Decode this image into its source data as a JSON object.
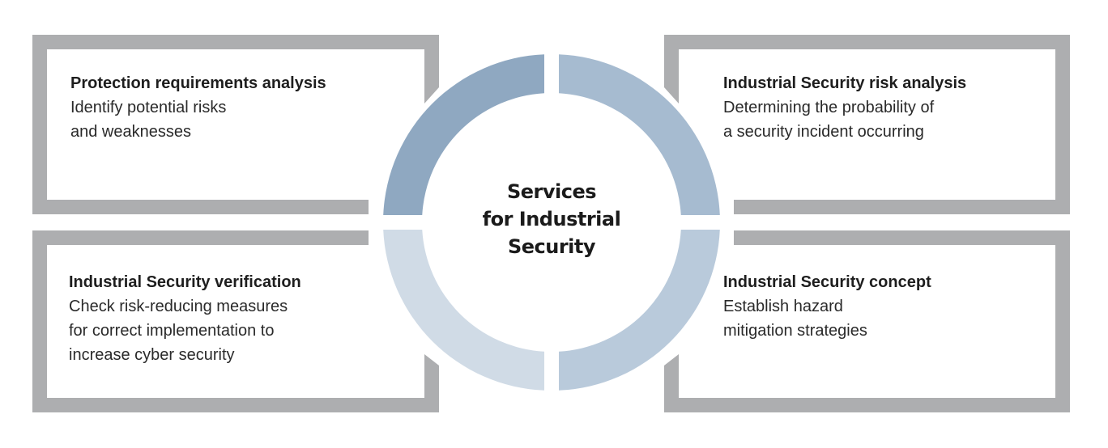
{
  "diagram": {
    "center": {
      "lines": [
        "Services",
        "for Industrial",
        "Security"
      ]
    },
    "services": [
      {
        "title": "Protection requirements analysis",
        "lines": [
          "Identify potential risks",
          "and weaknesses"
        ]
      },
      {
        "title": "Industrial Security risk analysis",
        "lines": [
          "Determining the probability of",
          "a security incident occurring"
        ]
      },
      {
        "title": "Industrial Security verification",
        "lines": [
          "Check risk-reducing measures",
          "for correct implementation to",
          "increase cyber security"
        ]
      },
      {
        "title": "Industrial Security concept",
        "lines": [
          "Establish hazard",
          "mitigation strategies"
        ]
      }
    ],
    "colors": {
      "frame": "#adaeb0",
      "ring_top_left": "#8fa8c1",
      "ring_top_right": "#a6bbd0",
      "ring_bottom_left": "#d0dbe6",
      "ring_bottom_right": "#b9cadb",
      "text": "#1e1e1e"
    }
  }
}
